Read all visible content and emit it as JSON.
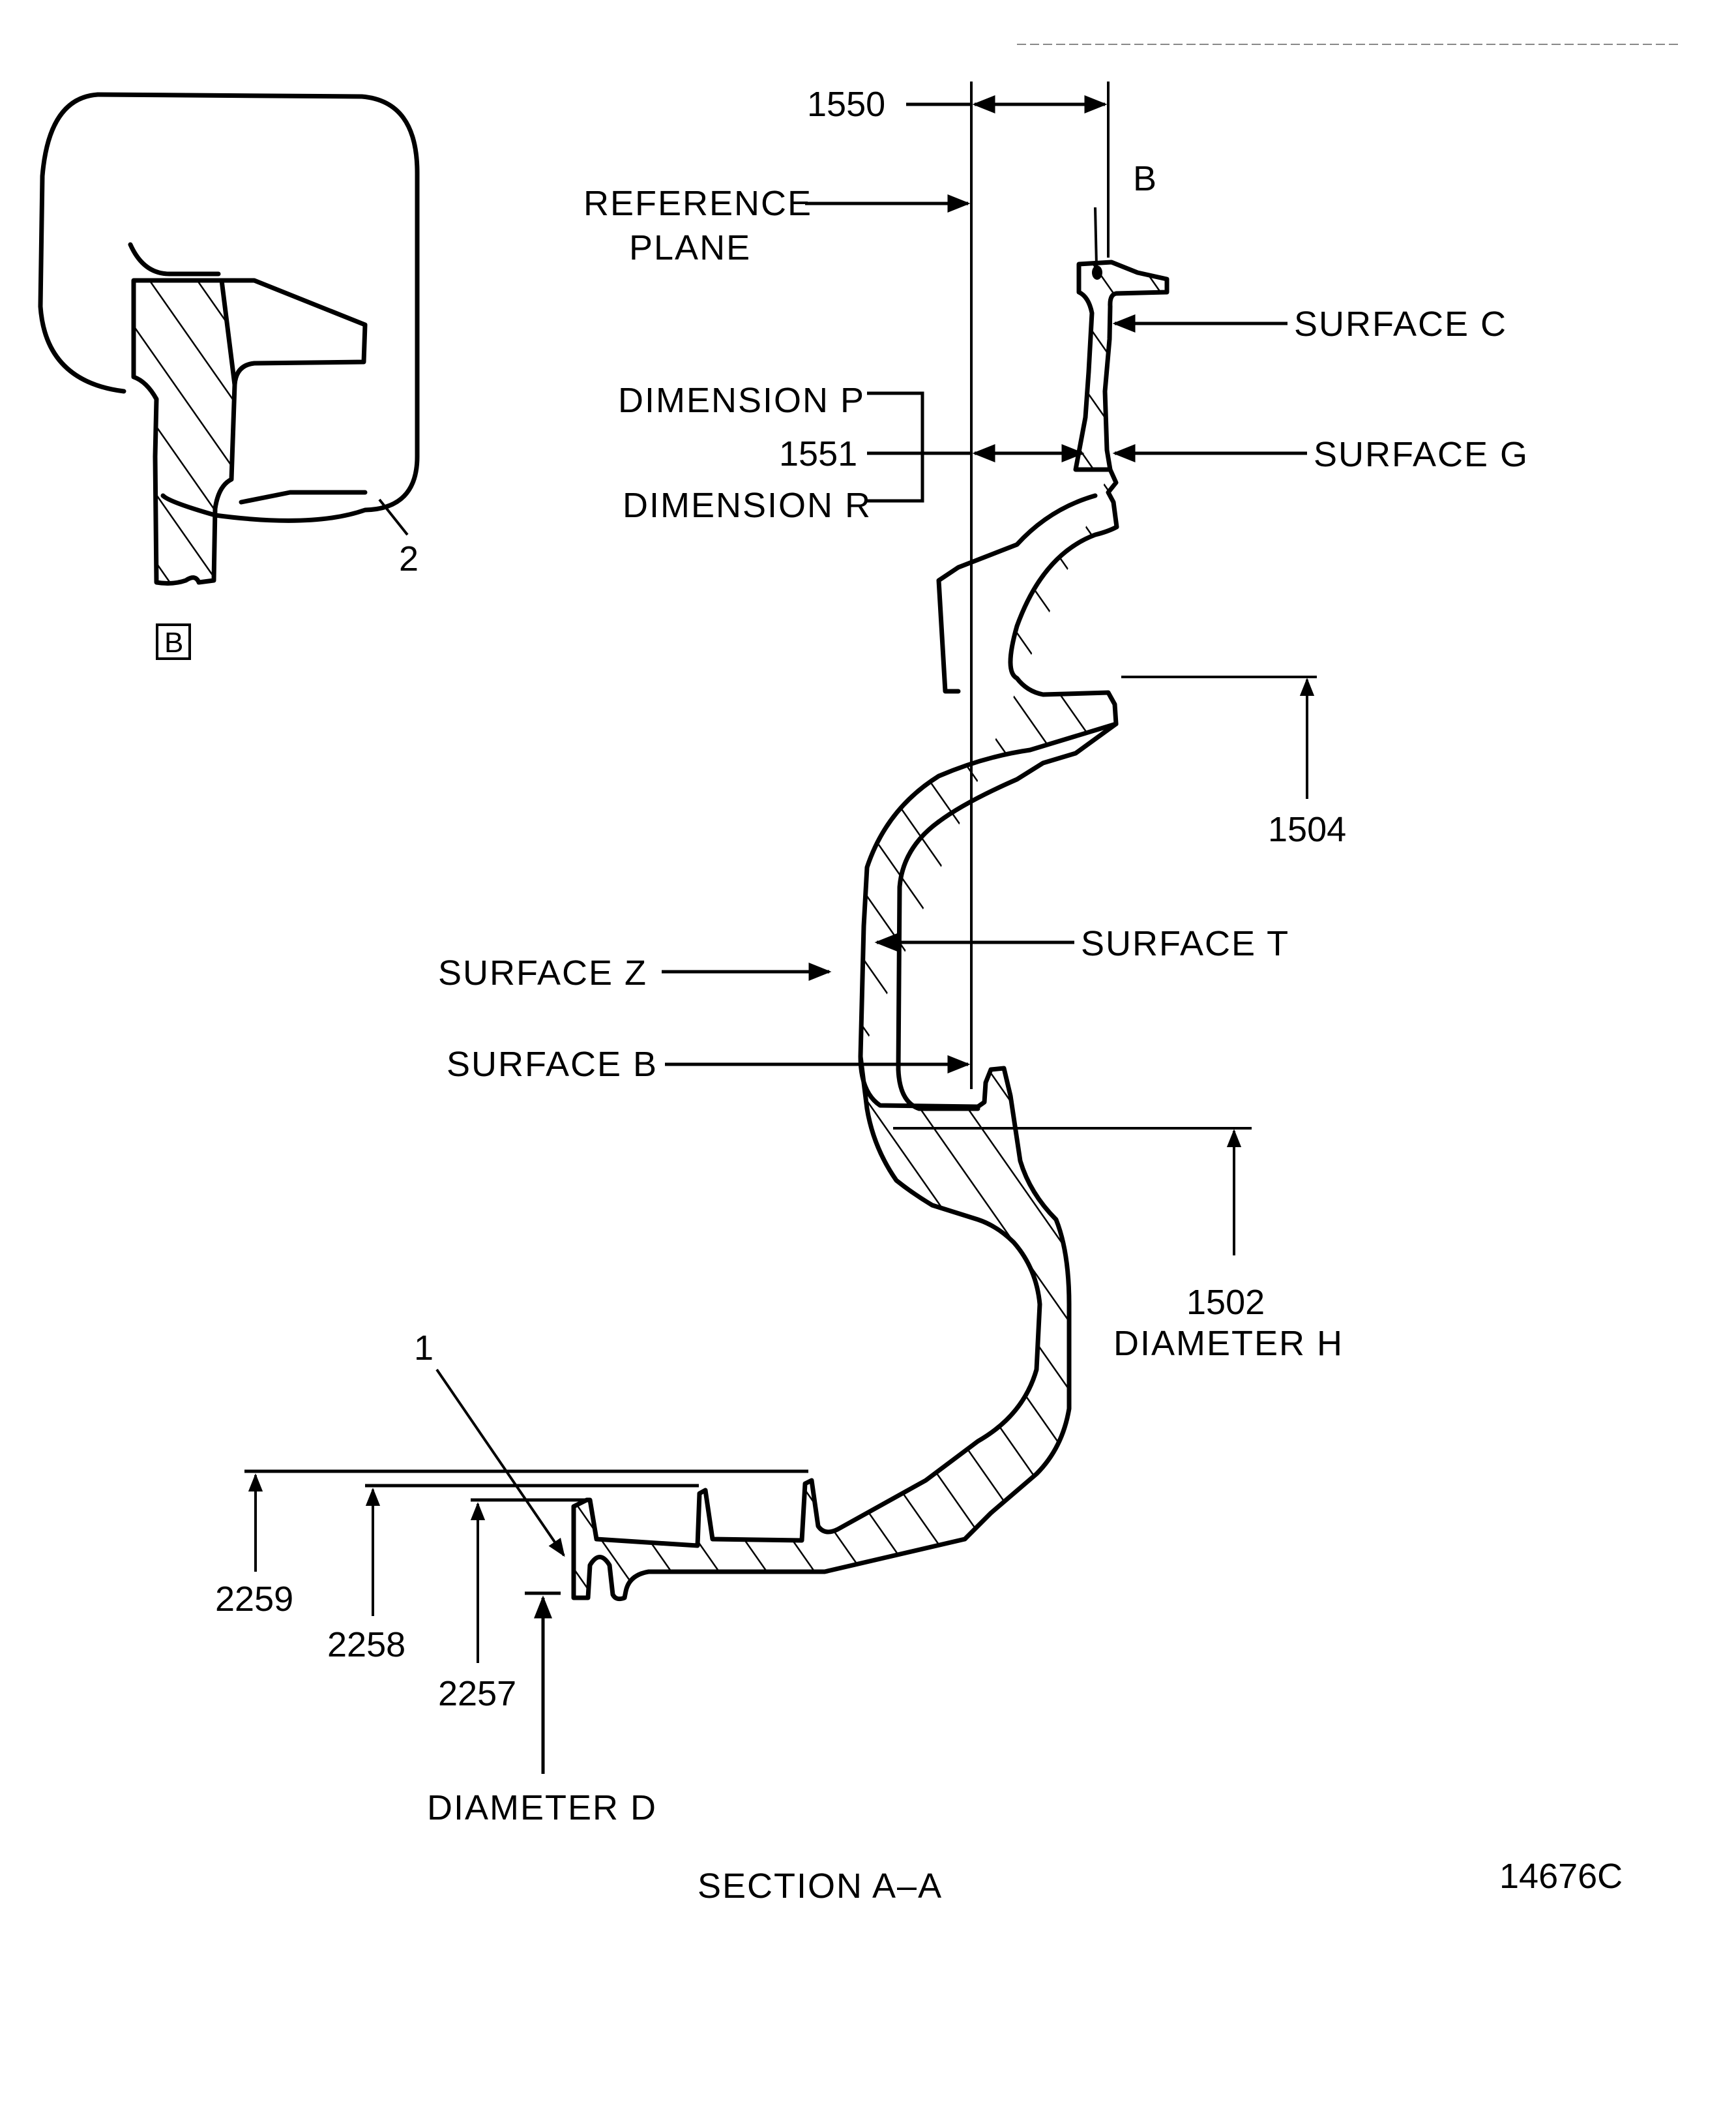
{
  "figure_id": "14676C",
  "section_title": "SECTION A–A",
  "detail": {
    "view_label": "B",
    "callout_2": "2"
  },
  "labels": {
    "dim_1550": "1550",
    "reference_plane_line1": "REFERENCE",
    "reference_plane_line2": "PLANE",
    "detail_b_marker": "B",
    "surface_c": "SURFACE C",
    "dimension_p": "DIMENSION P",
    "dim_1551": "1551",
    "dimension_r": "DIMENSION R",
    "surface_g": "SURFACE G",
    "dim_1504": "1504",
    "surface_t": "SURFACE T",
    "surface_z": "SURFACE Z",
    "surface_b": "SURFACE B",
    "dim_1502": "1502",
    "diameter_h": "DIAMETER H",
    "callout_1": "1",
    "dim_2259": "2259",
    "dim_2258": "2258",
    "dim_2257": "2257",
    "diameter_d": "DIAMETER D"
  }
}
